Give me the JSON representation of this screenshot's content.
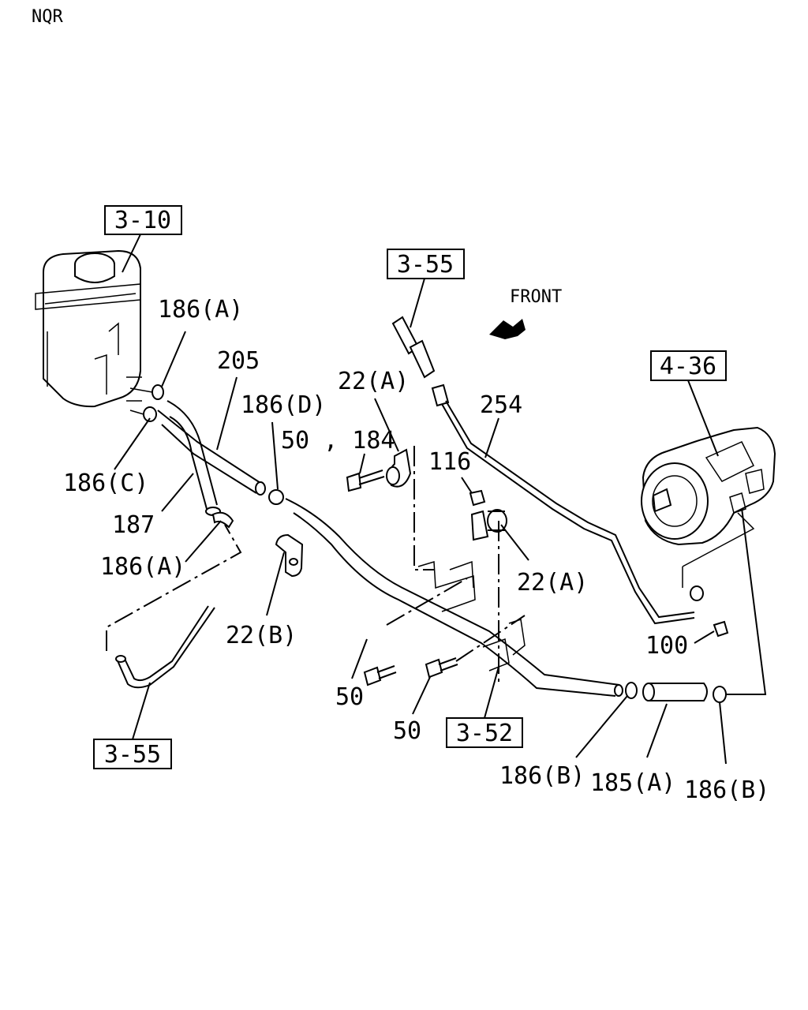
{
  "model": "NQR",
  "direction_label": "FRONT",
  "ref_boxes": {
    "reservoir": "3-10",
    "top_pipe": "3-55",
    "pump": "4-36",
    "bottom_pipe": "3-55",
    "bracket": "3-52"
  },
  "callouts": {
    "c186a_top": "186(A)",
    "c205": "205",
    "c186d": "186(D)",
    "c22a_top": "22(A)",
    "c254": "254",
    "c50_184": "50 , 184",
    "c116": "116",
    "c186c": "186(C)",
    "c187": "187",
    "c186a_mid": "186(A)",
    "c22a_mid": "22(A)",
    "c22b": "22(B)",
    "c100": "100",
    "c50_left": "50",
    "c50_right": "50",
    "c186b_left": "186(B)",
    "c185a": "185(A)",
    "c186b_right": "186(B)"
  }
}
